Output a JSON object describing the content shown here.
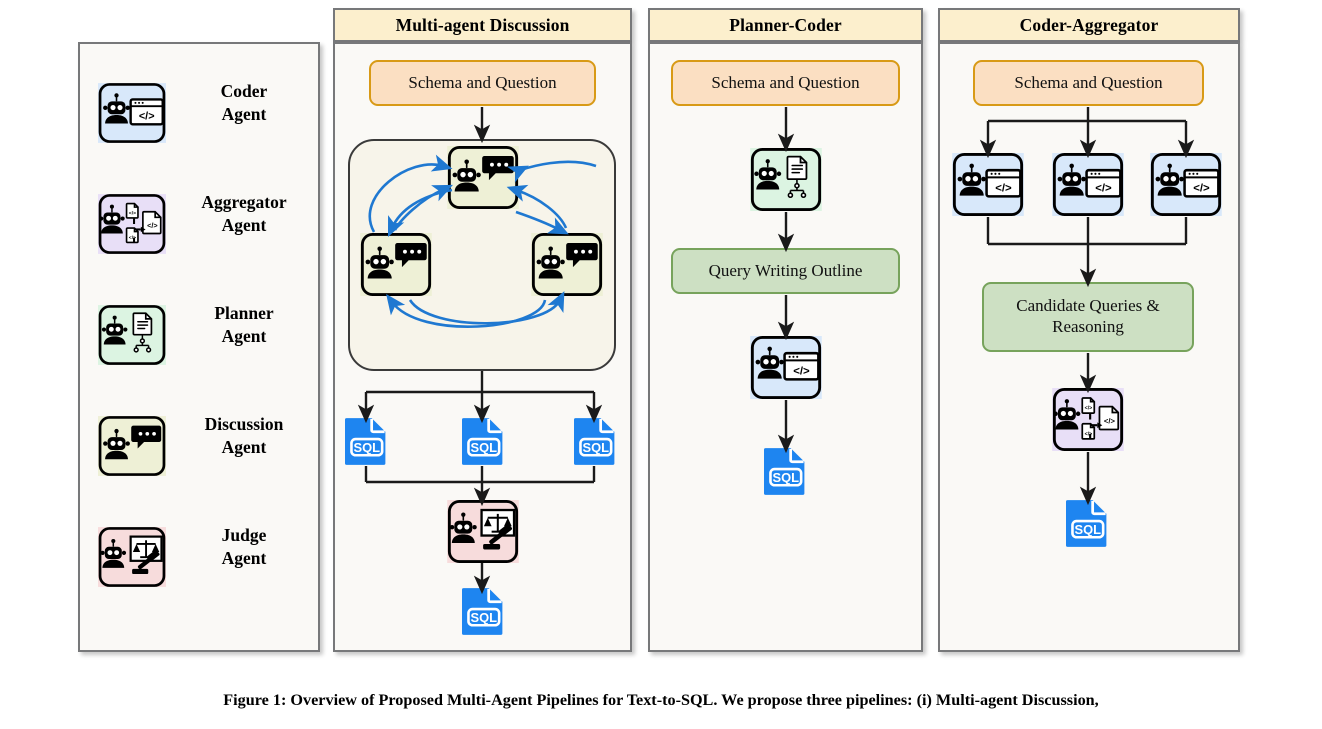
{
  "figure": {
    "caption": "Figure 1: Overview of Proposed Multi-Agent Pipelines for Text-to-SQL. We propose three pipelines: (i) Multi-agent Discussion,"
  },
  "colors": {
    "panel_bg": "#faf9f6",
    "panel_border": "#77787a",
    "header_bg": "#fcefcd",
    "box_orange_bg": "#fbdfc2",
    "box_orange_border": "#d89a16",
    "box_green_bg": "#cde0c3",
    "box_green_border": "#77a35c",
    "loop_bg": "#f7f4ea",
    "arrow_black": "#1a1a1a",
    "arrow_blue": "#1f78d1",
    "sql_blue": "#1e85f0",
    "coder_tile": "#d8e8fa",
    "aggregator_tile": "#e8dff7",
    "planner_tile": "#dcf4e2",
    "discussion_tile": "#eef0d6",
    "judge_tile": "#f7dcdc"
  },
  "legend": {
    "items": [
      {
        "icon": "coder-agent-icon",
        "label": "Coder\nAgent",
        "tile": "#d8e8fa"
      },
      {
        "icon": "aggregator-agent-icon",
        "label": "Aggregator\nAgent",
        "tile": "#e8dff7"
      },
      {
        "icon": "planner-agent-icon",
        "label": "Planner\nAgent",
        "tile": "#dcf4e2"
      },
      {
        "icon": "discussion-agent-icon",
        "label": "Discussion\nAgent",
        "tile": "#eef0d6"
      },
      {
        "icon": "judge-agent-icon",
        "label": "Judge\nAgent",
        "tile": "#f7dcdc"
      }
    ]
  },
  "pipelines": [
    {
      "id": "multi-agent-discussion",
      "title": "Multi-agent Discussion",
      "nodes": [
        {
          "kind": "box",
          "style": "orange",
          "label": "Schema and Question"
        },
        {
          "kind": "loop",
          "agents": [
            "discussion-agent-icon",
            "discussion-agent-icon",
            "discussion-agent-icon"
          ]
        },
        {
          "kind": "sql",
          "label": "SQL",
          "count": 3
        },
        {
          "kind": "agent",
          "icon": "judge-agent-icon"
        },
        {
          "kind": "sql",
          "label": "SQL",
          "count": 1
        }
      ]
    },
    {
      "id": "planner-coder",
      "title": "Planner-Coder",
      "nodes": [
        {
          "kind": "box",
          "style": "orange",
          "label": "Schema and Question"
        },
        {
          "kind": "agent",
          "icon": "planner-agent-icon"
        },
        {
          "kind": "box",
          "style": "green",
          "label": "Query Writing Outline"
        },
        {
          "kind": "agent",
          "icon": "coder-agent-icon"
        },
        {
          "kind": "sql",
          "label": "SQL",
          "count": 1
        }
      ]
    },
    {
      "id": "coder-aggregator",
      "title": "Coder-Aggregator",
      "nodes": [
        {
          "kind": "box",
          "style": "orange",
          "label": "Schema and Question"
        },
        {
          "kind": "agent",
          "icon": "coder-agent-icon",
          "count": 3
        },
        {
          "kind": "box",
          "style": "green",
          "label": "Candidate Queries &\nReasoning"
        },
        {
          "kind": "agent",
          "icon": "aggregator-agent-icon"
        },
        {
          "kind": "sql",
          "label": "SQL",
          "count": 1
        }
      ]
    }
  ],
  "labels": {
    "schema_and_question": "Schema and Question",
    "query_writing_outline": "Query Writing Outline",
    "candidate_queries_line1": "Candidate Queries &",
    "candidate_queries_line2": "Reasoning",
    "sql": "SQL"
  }
}
